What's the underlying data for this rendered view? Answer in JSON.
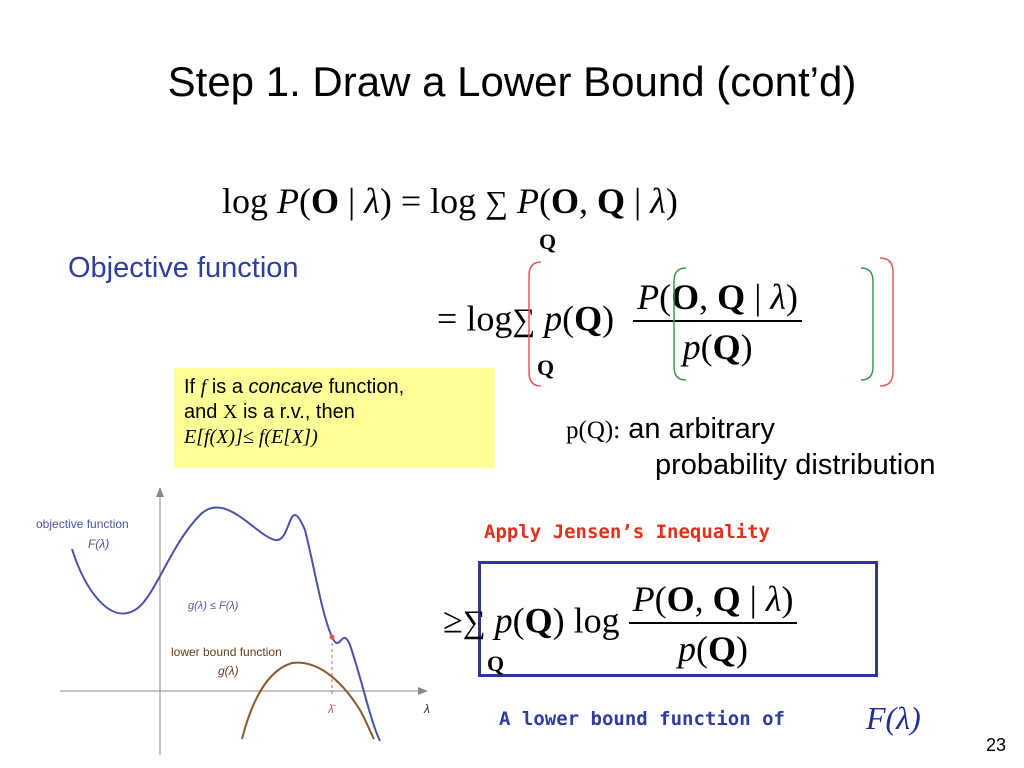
{
  "slide": {
    "title": "Step 1. Draw a Lower Bound (cont’d)",
    "page_number": "23"
  },
  "equations": {
    "log": "log",
    "P": "P",
    "p": "p",
    "O": "O",
    "Q": "Q",
    "bar": "|",
    "lambda": "λ",
    "comma": ",",
    "lparen": "(",
    "rparen": ")",
    "equals": "=",
    "geq": "≥",
    "sum": "∑",
    "sum_index": "Q"
  },
  "labels": {
    "objective_function": "Objective function",
    "arbitrary_symbol": "p(Q):",
    "arbitrary_line1": "an arbitrary",
    "arbitrary_line2": "probability distribution",
    "apply_jensen": "Apply Jensen’s Inequality",
    "lower_bound_of": "A lower bound function of",
    "F_lambda": "F(λ)"
  },
  "concave_note": {
    "if": "If",
    "f": "f",
    "is_a": "is a",
    "concave": "concave",
    "function": "function,",
    "and": "and",
    "X": "X",
    "is_rv": "is a r.v., then",
    "inequality": "E[f(X)]≤ f(E[X])"
  },
  "graph": {
    "objective_label": "objective function",
    "F_label": "F(λ)",
    "g_leq_F": "g(λ) ≤ F(λ)",
    "lower_bound_label": "lower bound function",
    "g_label": "g(λ)",
    "lambda_bar": "λ̄",
    "lambda_axis": "λ"
  },
  "colors": {
    "blue_text": "#2e3d9e",
    "red_text": "#e0301e",
    "box_fill": "#ffff99",
    "box_border": "#2e3592",
    "curve_objective": "#4a52a8",
    "curve_lower": "#8b5a2b",
    "bracket_red": "#e05a5a",
    "bracket_green": "#3a9a4a"
  }
}
